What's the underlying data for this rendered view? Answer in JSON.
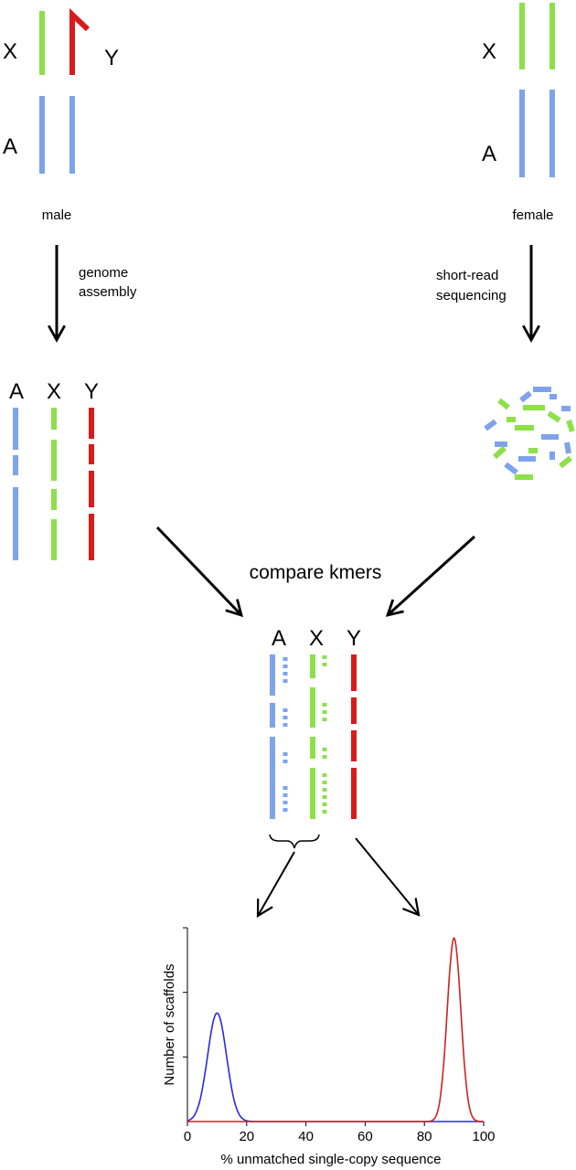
{
  "colors": {
    "autosome": "#7ea3ec",
    "x_chrom": "#8ee04a",
    "y_chrom": "#d81b1b",
    "arrow": "#000000",
    "curve_blue": "#2a2adf",
    "curve_red": "#cc2222"
  },
  "male": {
    "x_label": "X",
    "y_label": "Y",
    "a_label": "A",
    "caption": "male",
    "process": [
      "genome",
      "assembly"
    ]
  },
  "female": {
    "x_label": "X",
    "a_label": "A",
    "caption": "female",
    "process": [
      "short-read",
      "sequencing"
    ]
  },
  "assembly": {
    "labels": [
      "A",
      "X",
      "Y"
    ]
  },
  "compare": {
    "title": "compare kmers",
    "labels": [
      "A",
      "X",
      "Y"
    ]
  },
  "chart_data": {
    "type": "line",
    "xlabel": "% unmatched single-copy sequence",
    "ylabel": "Number of scaffolds",
    "xlim": [
      0,
      100
    ],
    "ylim": [
      0,
      1.5
    ],
    "xticks": [
      "0",
      "20",
      "40",
      "60",
      "80",
      "100"
    ],
    "grid": false,
    "series": [
      {
        "color": "#2a2adf",
        "peak_x": 10,
        "peak_y": 0.84,
        "spread": 3.2
      },
      {
        "color": "#cc2222",
        "peak_x": 90,
        "peak_y": 1.42,
        "spread": 2.3
      }
    ]
  }
}
